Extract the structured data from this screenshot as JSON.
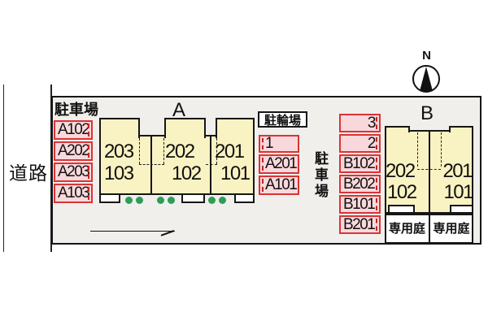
{
  "road": {
    "label": "道路"
  },
  "compass": {
    "label": "N"
  },
  "site": {
    "parking_label_top": "駐車場",
    "parking_label_mid": "駐車場",
    "bicycle_label": "駐輪場"
  },
  "building_a": {
    "label": "A",
    "units": [
      {
        "upper": "203",
        "lower": "103"
      },
      {
        "upper": "202",
        "lower": "102"
      },
      {
        "upper": "201",
        "lower": "101"
      }
    ]
  },
  "building_b": {
    "label": "B",
    "units": [
      {
        "upper": "202",
        "lower": "102",
        "garden": "専用庭"
      },
      {
        "upper": "201",
        "lower": "101",
        "garden": "専用庭"
      }
    ]
  },
  "stalls": {
    "left": [
      "A102",
      "A202",
      "A203",
      "A103"
    ],
    "middle": [
      "1",
      "A201",
      "A101"
    ],
    "right": [
      "3",
      "2",
      "B102",
      "B202",
      "B101",
      "B201"
    ]
  },
  "colors": {
    "building_fill": "#f9f2c2",
    "stall_fill": "#f9d8dc",
    "stall_border": "#d93434",
    "site_fill": "#f0efec",
    "shrub_green": "#2d9e57"
  }
}
